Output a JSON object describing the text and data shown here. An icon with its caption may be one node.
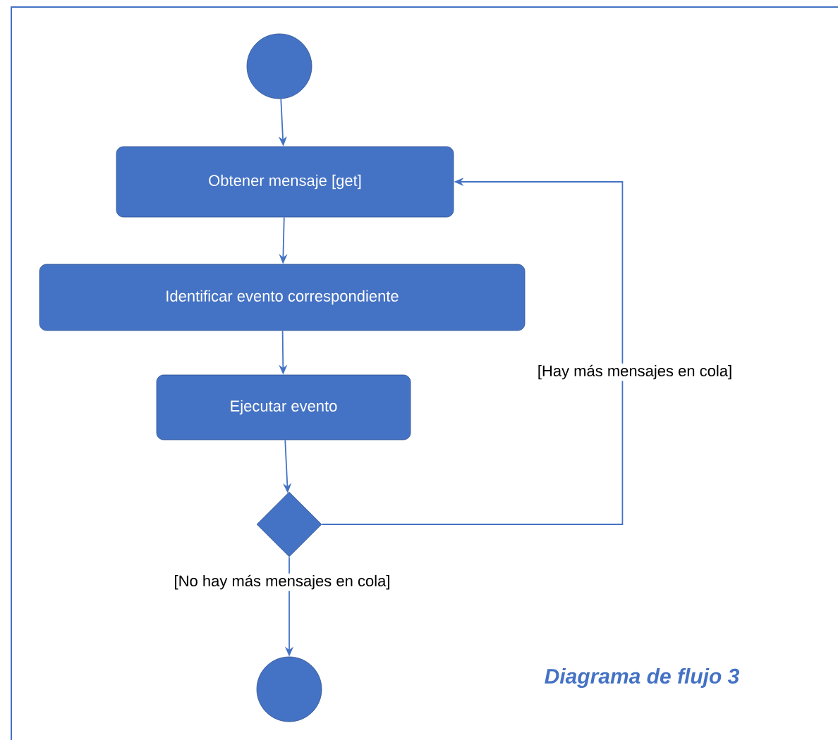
{
  "diagram": {
    "caption": "Diagrama de flujo 3",
    "nodes": [
      {
        "text": [],
        "shape": "circle"
      },
      {
        "text": [
          "Obtener mensaje [get]"
        ]
      },
      {
        "text": [
          "Identificar evento correspondiente"
        ]
      },
      {
        "text": [
          "Ejecutar evento"
        ]
      },
      {
        "text": [],
        "shape": "diamond"
      },
      {
        "text": [],
        "shape": "circle"
      }
    ],
    "edges": [
      {
        "from": 0,
        "to": 1,
        "arrow": "to"
      },
      {
        "from": 1,
        "to": 2,
        "arrow": "to"
      },
      {
        "from": 2,
        "to": 3,
        "arrow": "to"
      },
      {
        "from": 3,
        "to": 4,
        "arrow": "to"
      },
      {
        "from": 4,
        "to": 1,
        "arrow": "to",
        "label": "[Hay más mensajes en cola]"
      },
      {
        "from": 4,
        "to": 5,
        "arrow": "to",
        "label": "[No hay más mensajes en cola]"
      }
    ]
  }
}
